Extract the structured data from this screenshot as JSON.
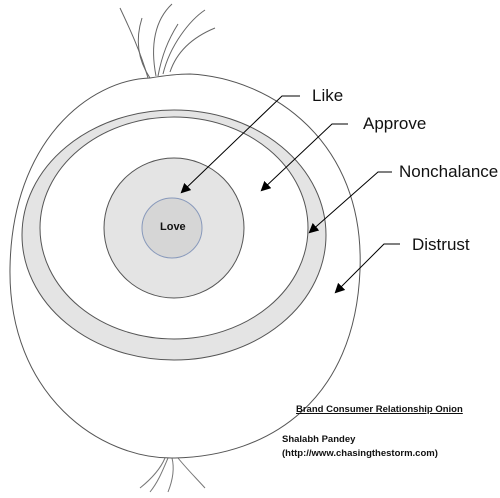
{
  "diagram": {
    "layers": [
      {
        "id": "love",
        "label": "Love"
      },
      {
        "id": "like",
        "label": "Like"
      },
      {
        "id": "approve",
        "label": "Approve"
      },
      {
        "id": "nonchalance",
        "label": "Nonchalance"
      },
      {
        "id": "distrust",
        "label": "Distrust"
      }
    ],
    "colors": {
      "ring_fill": "#e4e4e4",
      "core_fill": "#d6d6d6",
      "core_stroke": "#8899bb",
      "stroke": "#555555"
    }
  },
  "caption": {
    "title": "Brand Consumer Relationship Onion",
    "author": "Shalabh Pandey",
    "url": "(http://www.chasingthestorm.com)"
  }
}
